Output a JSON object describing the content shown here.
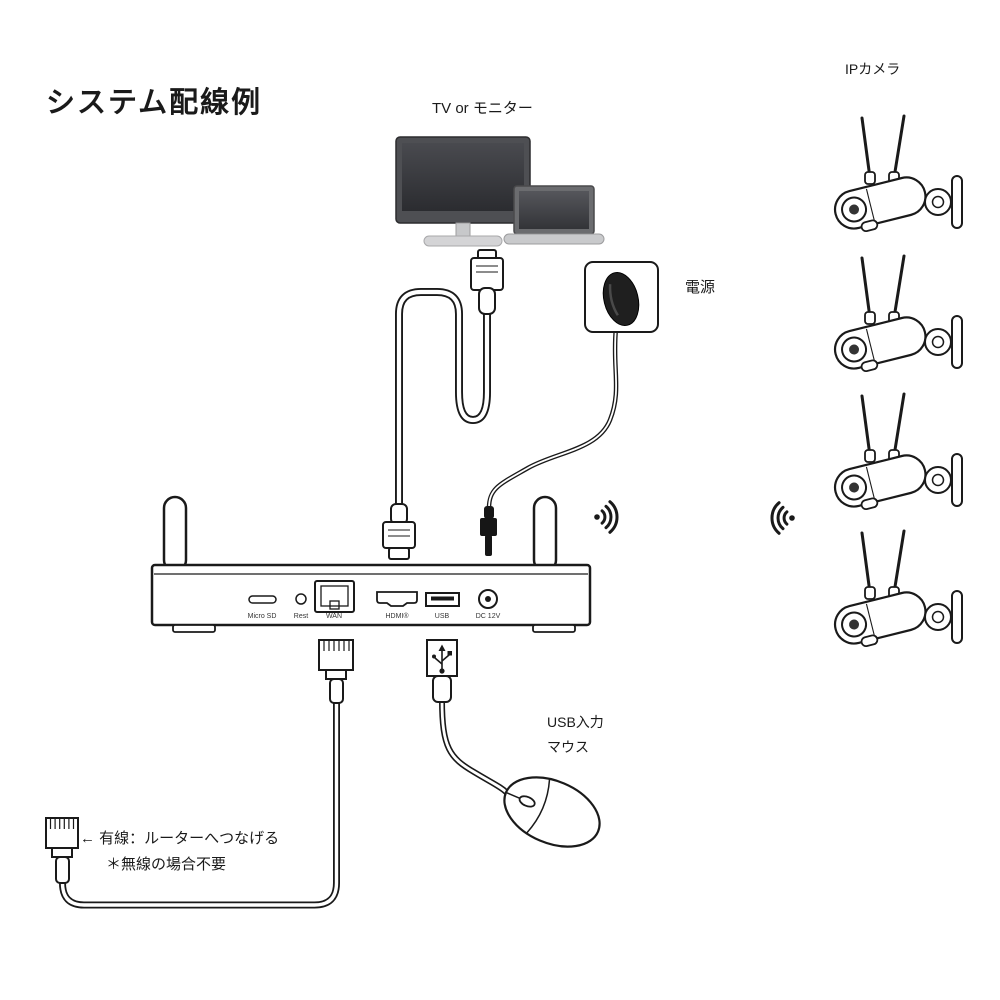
{
  "title": "システム配線例",
  "labels": {
    "tv_monitor": "TV or モニター",
    "power": "電源",
    "ip_camera": "IPカメラ",
    "usb_input": "USB入力",
    "mouse": "マウス",
    "wired_note": "← 有線：ルーターへつなげる",
    "wireless_note": "＊無線の場合不要"
  },
  "nvr_ports": {
    "micro_sd": "Micro SD",
    "reset": "Rest",
    "wan": "WAN",
    "hdmi": "HDMI®",
    "usb": "USB",
    "dc": "DC 12V"
  },
  "colors": {
    "ink": "#1a1a1a",
    "screen_dark": "#34353a",
    "frame_gray": "#55565a",
    "metal_light": "#cdced1",
    "background": "#ffffff"
  }
}
